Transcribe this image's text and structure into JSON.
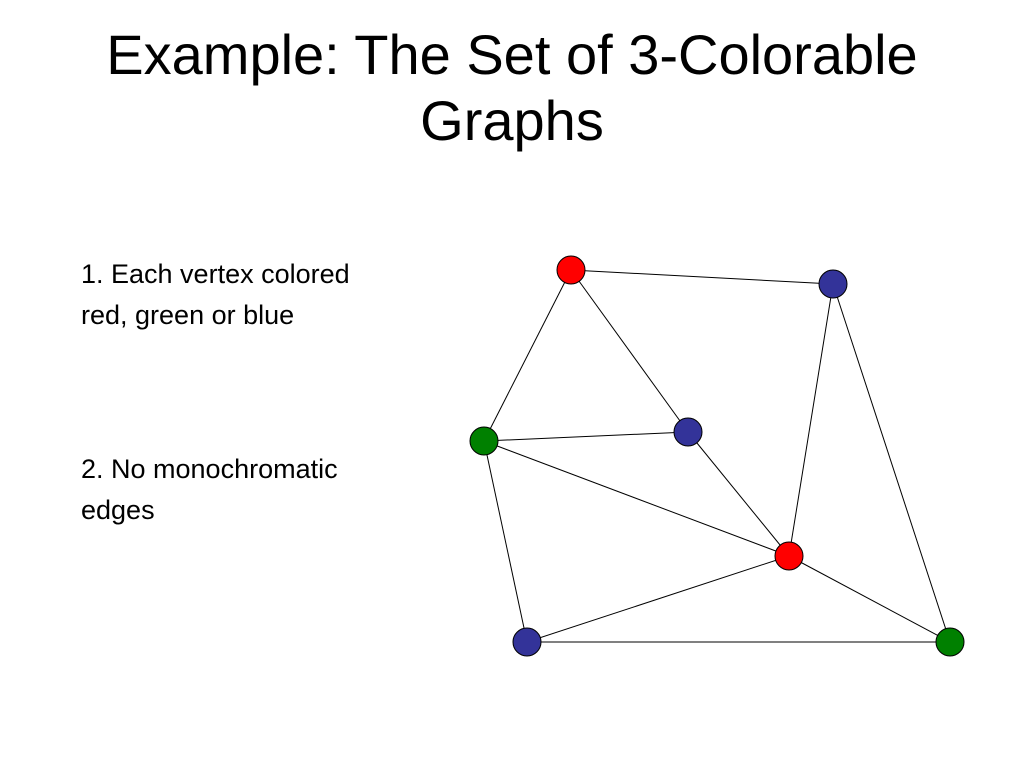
{
  "slide": {
    "title": "Example: The Set of 3-Colorable Graphs",
    "rules": [
      "1. Each vertex colored red, green or blue",
      "2. No monochromatic edges"
    ]
  },
  "colors": {
    "red": "#ff0000",
    "green": "#008000",
    "blue": "#333399",
    "edge": "#000000",
    "background": "#ffffff"
  },
  "graph": {
    "vertices": [
      {
        "id": "v1",
        "color": "red"
      },
      {
        "id": "v2",
        "color": "blue"
      },
      {
        "id": "v3",
        "color": "green"
      },
      {
        "id": "v4",
        "color": "blue"
      },
      {
        "id": "v5",
        "color": "red"
      },
      {
        "id": "v6",
        "color": "blue"
      },
      {
        "id": "v7",
        "color": "green"
      }
    ],
    "edges": [
      [
        "v1",
        "v2"
      ],
      [
        "v1",
        "v3"
      ],
      [
        "v1",
        "v4"
      ],
      [
        "v2",
        "v5"
      ],
      [
        "v2",
        "v7"
      ],
      [
        "v3",
        "v4"
      ],
      [
        "v3",
        "v5"
      ],
      [
        "v3",
        "v6"
      ],
      [
        "v4",
        "v5"
      ],
      [
        "v5",
        "v6"
      ],
      [
        "v5",
        "v7"
      ],
      [
        "v6",
        "v7"
      ]
    ]
  }
}
